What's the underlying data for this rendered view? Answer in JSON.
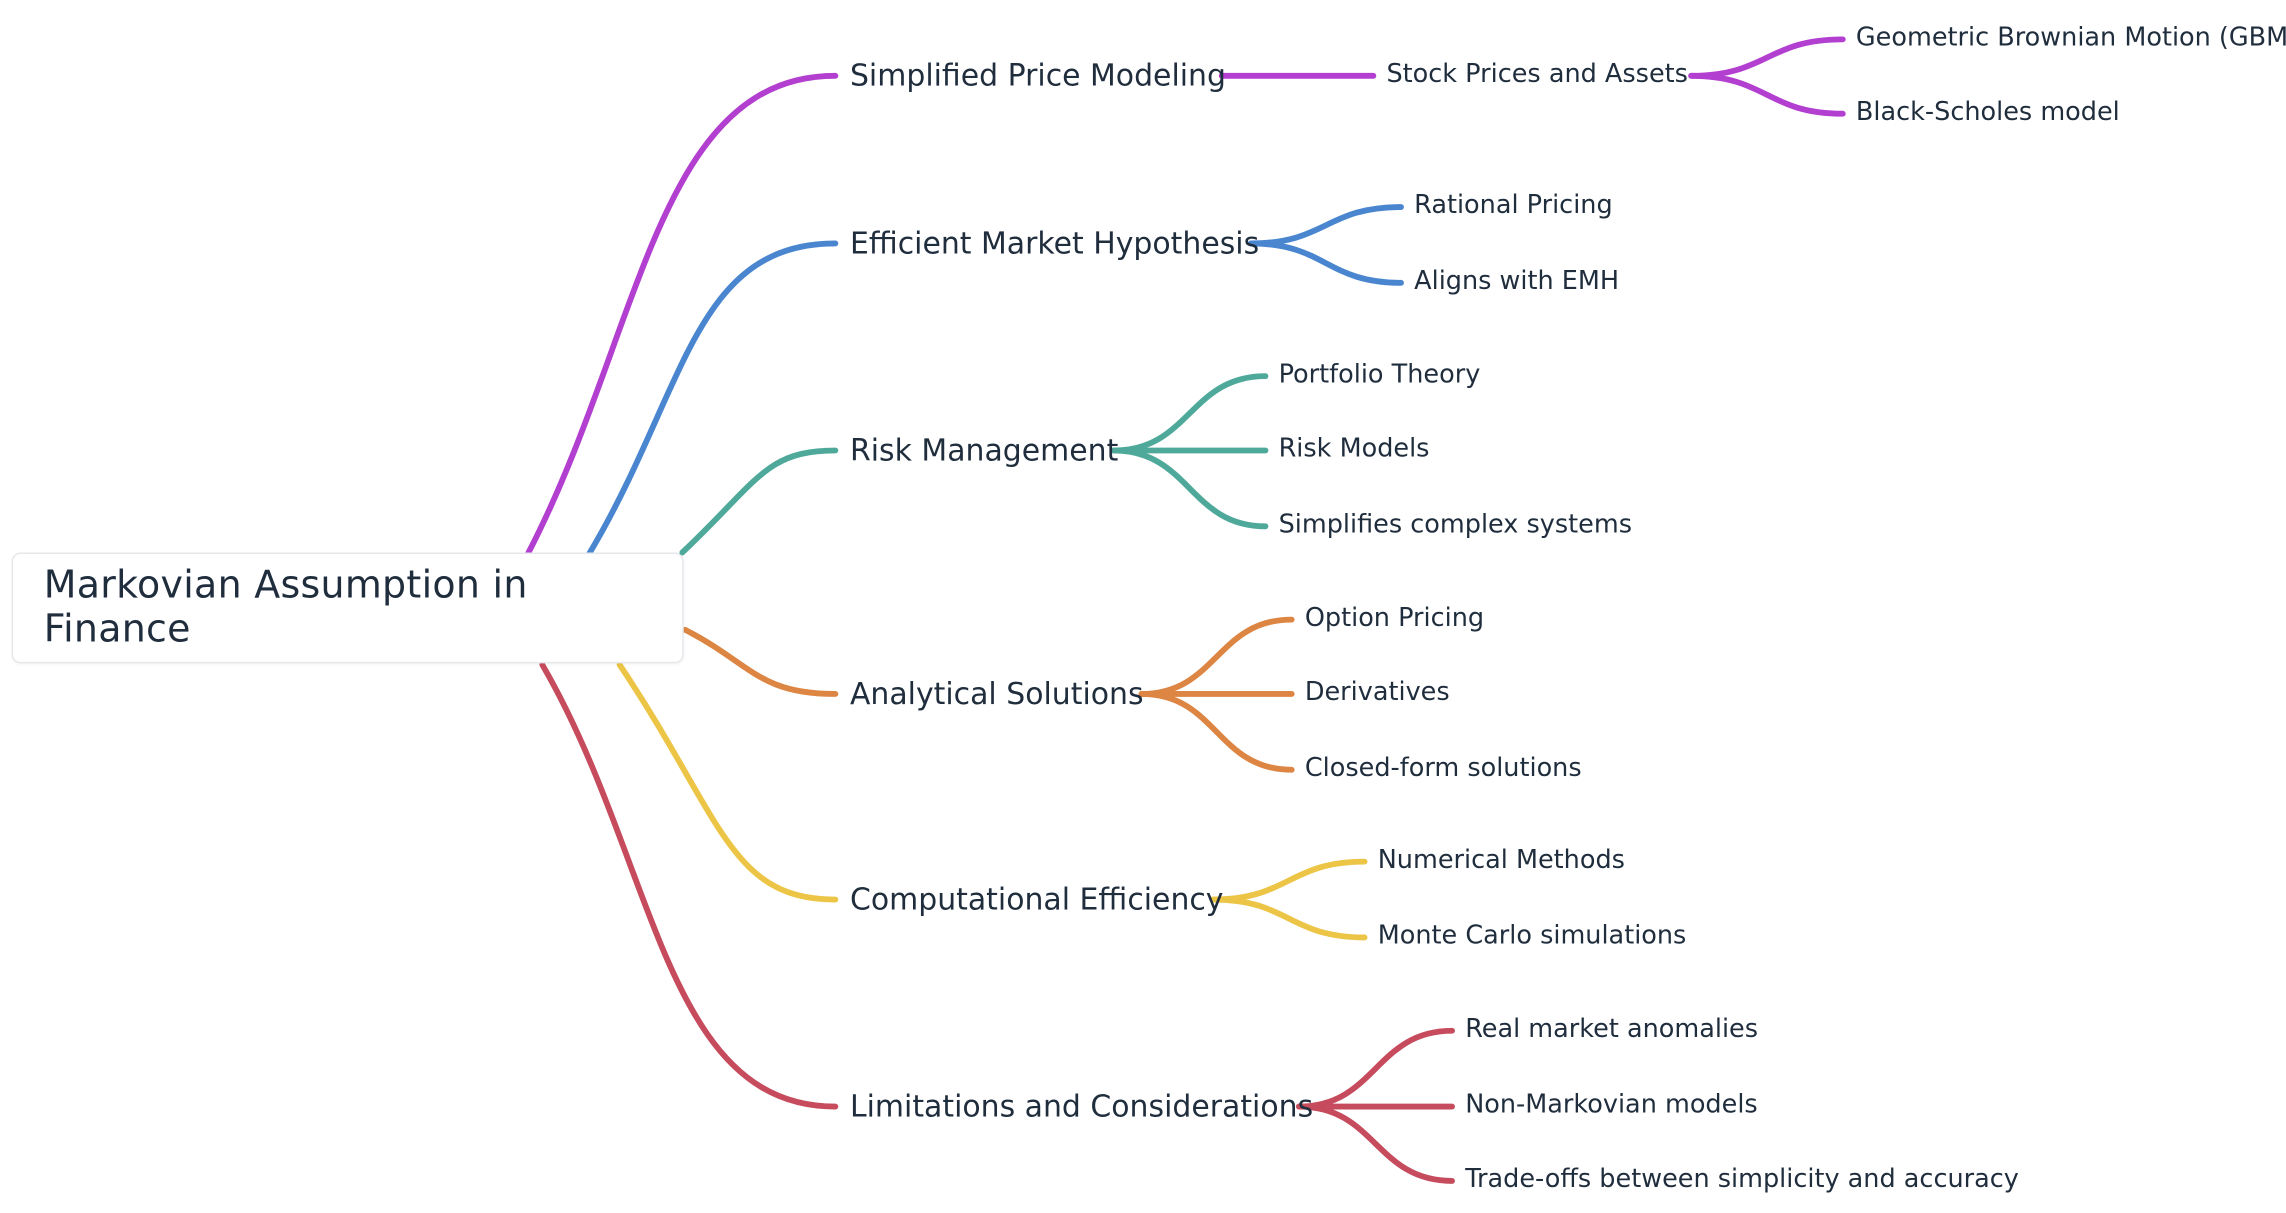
{
  "root": {
    "label": "Markovian Assumption in Finance"
  },
  "colors": {
    "purple": "#b33fd1",
    "blue": "#4a86d0",
    "teal": "#4fa99b",
    "orange": "#dd8542",
    "yellow": "#ecc547",
    "red": "#c64c5d"
  },
  "branches": [
    {
      "label": "Simplified Price Modeling",
      "color": "#b33fd1",
      "children": [
        {
          "label": "Stock Prices and Assets",
          "children": [
            {
              "label": "Geometric Brownian Motion (GBM)"
            },
            {
              "label": "Black-Scholes model"
            }
          ]
        }
      ]
    },
    {
      "label": "Efficient Market Hypothesis",
      "color": "#4a86d0",
      "children": [
        {
          "label": "Rational Pricing"
        },
        {
          "label": "Aligns with EMH"
        }
      ]
    },
    {
      "label": "Risk Management",
      "color": "#4fa99b",
      "children": [
        {
          "label": "Portfolio Theory"
        },
        {
          "label": "Risk Models"
        },
        {
          "label": "Simplifies complex systems"
        }
      ]
    },
    {
      "label": "Analytical Solutions",
      "color": "#dd8542",
      "children": [
        {
          "label": "Option Pricing"
        },
        {
          "label": "Derivatives"
        },
        {
          "label": "Closed-form solutions"
        }
      ]
    },
    {
      "label": "Computational Efficiency",
      "color": "#ecc547",
      "children": [
        {
          "label": "Numerical Methods"
        },
        {
          "label": "Monte Carlo simulations"
        }
      ]
    },
    {
      "label": "Limitations and Considerations",
      "color": "#c64c5d",
      "children": [
        {
          "label": "Real market anomalies"
        },
        {
          "label": "Non-Markovian models"
        },
        {
          "label": "Trade-offs between simplicity and accuracy"
        }
      ]
    }
  ]
}
